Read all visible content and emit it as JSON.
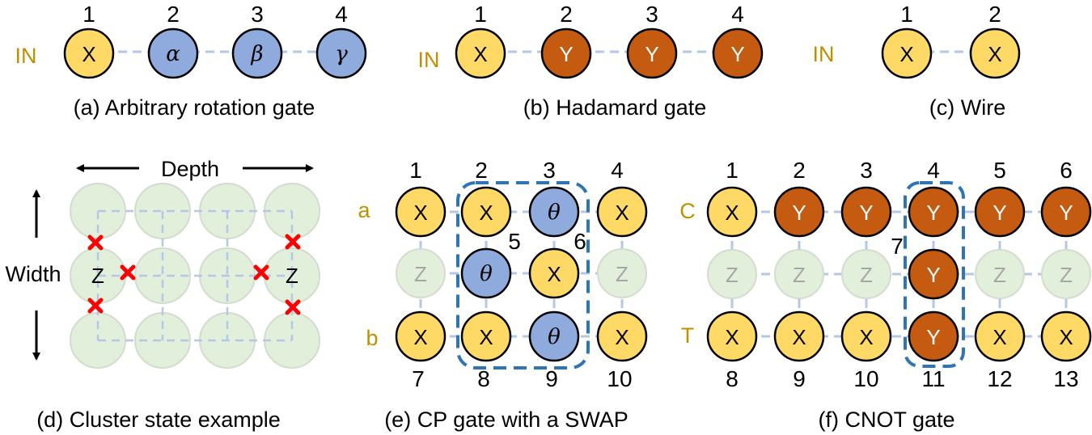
{
  "colors": {
    "yellow": "#ffd966",
    "blue": "#8faadc",
    "orange": "#c55a11",
    "ghost_fill": "#e2efda",
    "ghost_stroke": "#d4dccd",
    "wire": "#b4c7e7",
    "highlight": "#2e75b6",
    "label_gold": "#bf9000",
    "cross": "#ff0000"
  },
  "panels": {
    "a": {
      "caption": "(a) Arbitrary rotation gate",
      "input_label": "IN",
      "nodes": [
        {
          "num": "1",
          "text": "X",
          "kind": "yellow"
        },
        {
          "num": "2",
          "text": "α",
          "kind": "blue"
        },
        {
          "num": "3",
          "text": "β",
          "kind": "blue"
        },
        {
          "num": "4",
          "text": "γ",
          "kind": "blue"
        }
      ]
    },
    "b": {
      "caption": "(b) Hadamard gate",
      "input_label": "IN",
      "nodes": [
        {
          "num": "1",
          "text": "X",
          "kind": "yellow"
        },
        {
          "num": "2",
          "text": "Y",
          "kind": "orange"
        },
        {
          "num": "3",
          "text": "Y",
          "kind": "orange"
        },
        {
          "num": "4",
          "text": "Y",
          "kind": "orange"
        }
      ]
    },
    "c": {
      "caption": "(c) Wire",
      "input_label": "IN",
      "nodes": [
        {
          "num": "1",
          "text": "X",
          "kind": "yellow"
        },
        {
          "num": "2",
          "text": "X",
          "kind": "yellow"
        }
      ]
    },
    "d": {
      "caption": "(d) Cluster state example",
      "depth_label": "Depth",
      "width_label": "Width",
      "z_label": "Z"
    },
    "e": {
      "caption": "(e) CP gate with a SWAP",
      "row_labels": [
        "a",
        "b"
      ],
      "top_nums": [
        "1",
        "2",
        "3",
        "4"
      ],
      "mid_nums": [
        "5",
        "6"
      ],
      "bottom_nums": [
        "7",
        "8",
        "9",
        "10"
      ],
      "top_row": [
        {
          "text": "X",
          "kind": "yellow"
        },
        {
          "text": "X",
          "kind": "yellow"
        },
        {
          "text": "θ",
          "kind": "blue"
        },
        {
          "text": "X",
          "kind": "yellow"
        }
      ],
      "mid_row": [
        {
          "text": "Z",
          "kind": "ghost"
        },
        {
          "text": "θ",
          "kind": "blue"
        },
        {
          "text": "X",
          "kind": "yellow"
        },
        {
          "text": "Z",
          "kind": "ghost"
        }
      ],
      "bottom_row": [
        {
          "text": "X",
          "kind": "yellow"
        },
        {
          "text": "X",
          "kind": "yellow"
        },
        {
          "text": "θ",
          "kind": "blue"
        },
        {
          "text": "X",
          "kind": "yellow"
        }
      ]
    },
    "f": {
      "caption": "(f) CNOT gate",
      "row_labels": [
        "C",
        "T"
      ],
      "top_nums": [
        "1",
        "2",
        "3",
        "4",
        "5",
        "6"
      ],
      "mid_num": "7",
      "bottom_nums": [
        "8",
        "9",
        "10",
        "11",
        "12",
        "13"
      ],
      "top_row": [
        {
          "text": "X",
          "kind": "yellow"
        },
        {
          "text": "Y",
          "kind": "orange"
        },
        {
          "text": "Y",
          "kind": "orange"
        },
        {
          "text": "Y",
          "kind": "orange"
        },
        {
          "text": "Y",
          "kind": "orange"
        },
        {
          "text": "Y",
          "kind": "orange"
        }
      ],
      "mid_row": [
        {
          "text": "Z",
          "kind": "ghost"
        },
        {
          "text": "Z",
          "kind": "ghost"
        },
        {
          "text": "Z",
          "kind": "ghost"
        },
        {
          "text": "Y",
          "kind": "orange"
        },
        {
          "text": "Z",
          "kind": "ghost"
        },
        {
          "text": "Z",
          "kind": "ghost"
        }
      ],
      "bottom_row": [
        {
          "text": "X",
          "kind": "yellow"
        },
        {
          "text": "X",
          "kind": "yellow"
        },
        {
          "text": "X",
          "kind": "yellow"
        },
        {
          "text": "Y",
          "kind": "orange"
        },
        {
          "text": "X",
          "kind": "yellow"
        },
        {
          "text": "X",
          "kind": "yellow"
        }
      ]
    }
  }
}
